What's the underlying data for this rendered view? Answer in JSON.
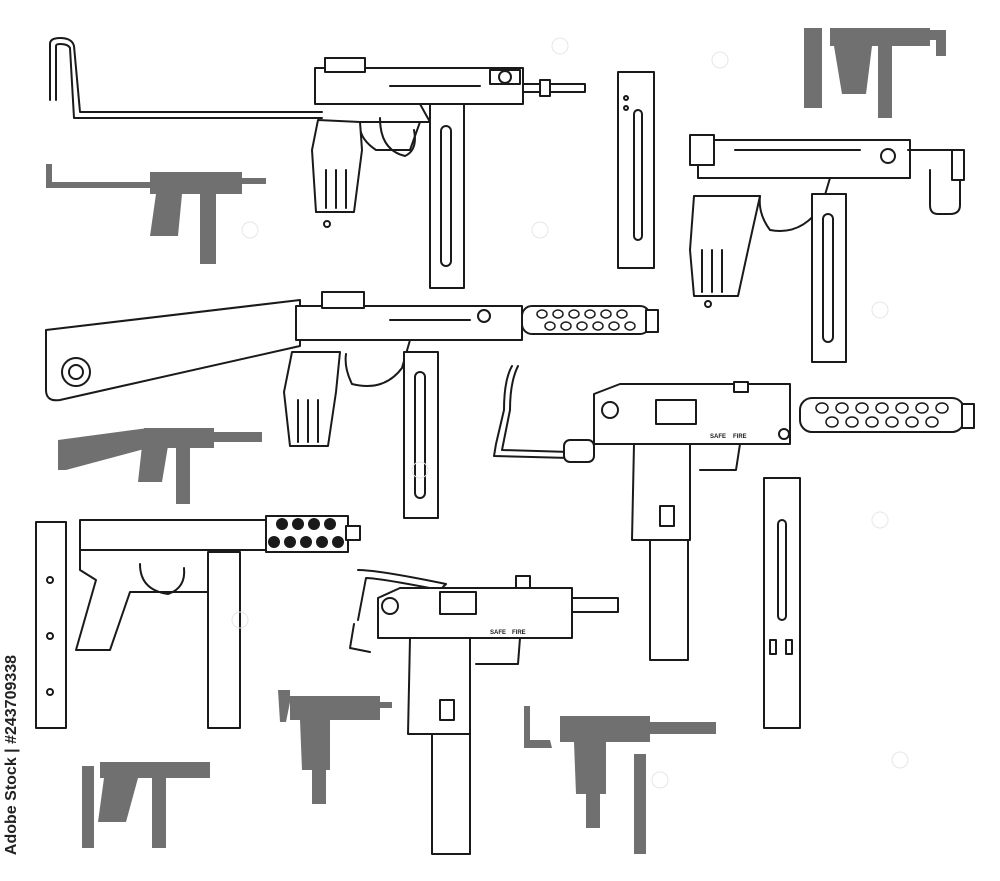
{
  "watermark": {
    "stock_id": "Adobe Stock | #243709338",
    "repeat_mark": "stock"
  },
  "colors": {
    "stroke": "#1a1a1a",
    "fill": "#ffffff",
    "silhouette": "#707070"
  },
  "guns": {
    "uzi_right": {
      "safe_label": "SAFE",
      "fire_label": "FIRE"
    },
    "uzi_bottom": {
      "safe_label": "SAFE",
      "fire_label": "FIRE"
    }
  },
  "icons": [
    "skorpion-stock-drawing",
    "skorpion-short-drawing",
    "skorpion-buttstock-drawing",
    "mac10-suppressed-drawing",
    "mac10-drawing",
    "tec9-drawing",
    "magazine-drawing",
    "silhouette-icon"
  ]
}
